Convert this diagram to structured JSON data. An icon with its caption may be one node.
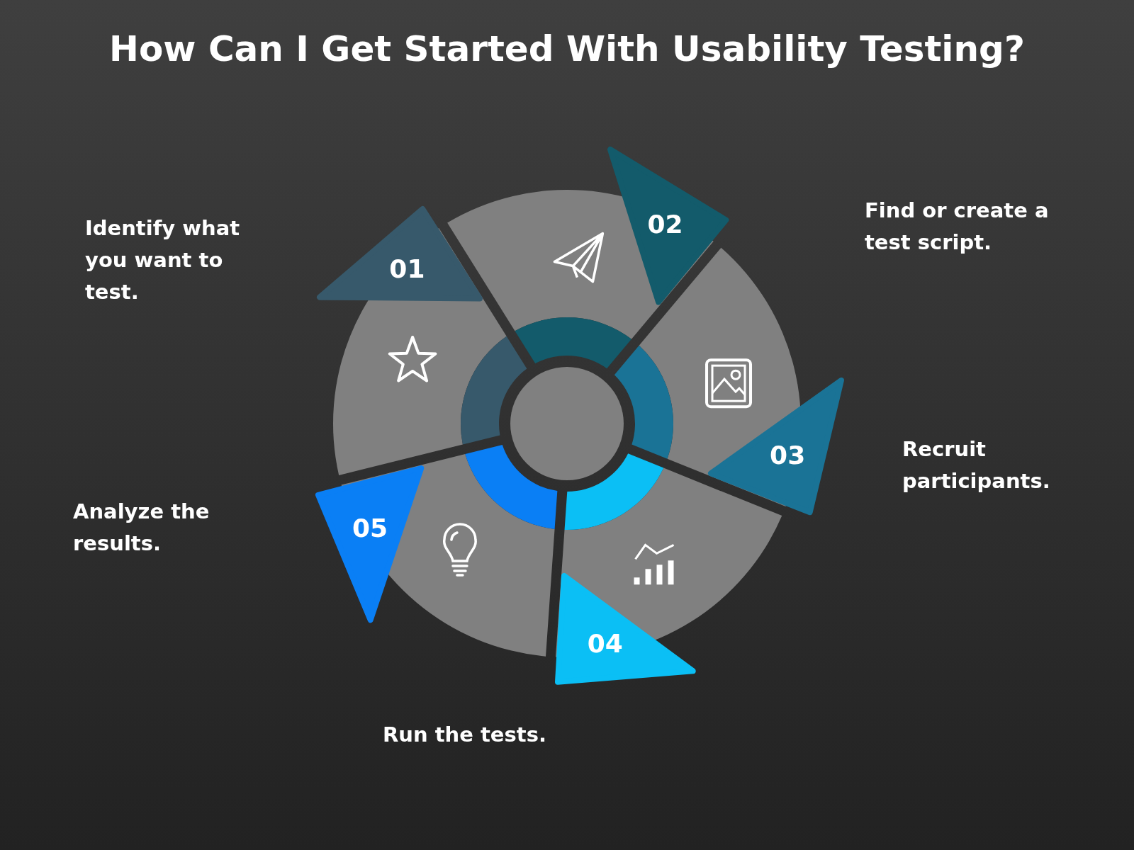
{
  "diagram": {
    "title": "How Can I Get Started With Usability Testing?",
    "nodes": [
      {
        "text": [
          "01"
        ]
      },
      {
        "text": [
          "02"
        ]
      },
      {
        "text": [
          "03"
        ]
      },
      {
        "text": [
          "04"
        ]
      },
      {
        "text": [
          "05"
        ]
      }
    ],
    "edges": [],
    "labels": [
      "Identify what you want to test.",
      "Find or create a test script.",
      "Recruit participants.",
      "Analyze the results.",
      "Run the tests."
    ]
  }
}
